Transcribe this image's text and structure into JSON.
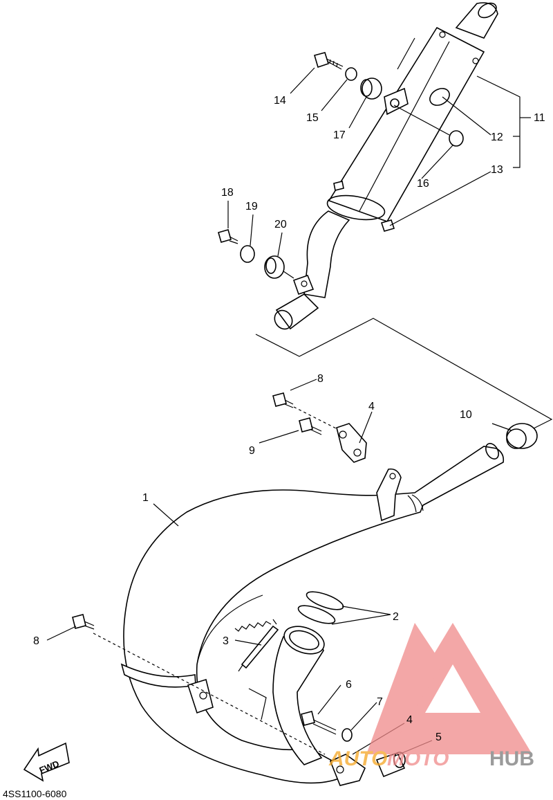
{
  "diagram": {
    "code": "4SS1100-6080",
    "fwd_label": "FWD",
    "watermark": {
      "text_left": "AUTO",
      "text_mid": "MOTO",
      "text_right": "HUB",
      "colors": {
        "triangle": "#f08a8a",
        "auto": "#f5a623",
        "moto": "#f08a8a",
        "hub": "#7a7a7a"
      }
    },
    "labels": {
      "p1": "1",
      "p2": "2",
      "p3": "3",
      "p4a": "4",
      "p4b": "4",
      "p5": "5",
      "p6": "6",
      "p7": "7",
      "p8a": "8",
      "p8b": "8",
      "p9": "9",
      "p10": "10",
      "p11": "11",
      "p12": "12",
      "p13": "13",
      "p14": "14",
      "p15": "15",
      "p16": "16",
      "p17": "17",
      "p18": "18",
      "p19": "19",
      "p20": "20"
    }
  }
}
